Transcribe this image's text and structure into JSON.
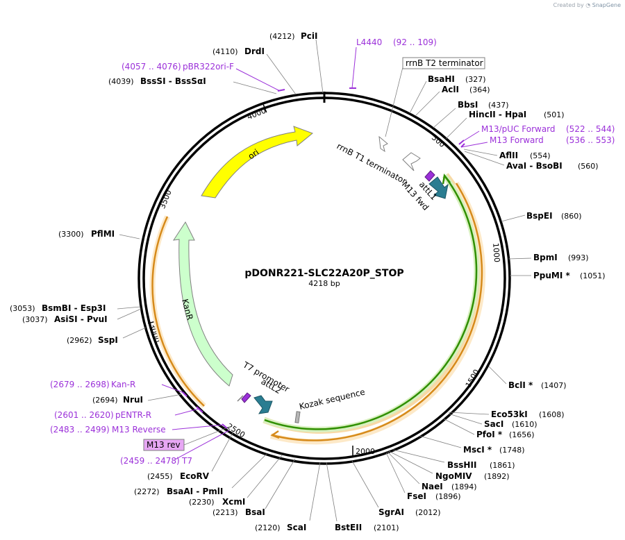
{
  "credit": {
    "prefix": "Created by",
    "brand": "SnapGene"
  },
  "plasmid": {
    "name": "pDONR221-SLC22A20P_STOP",
    "length": "4218 bp"
  },
  "ticks": [
    "4000",
    "500",
    "1000",
    "1500",
    "2000",
    "2500",
    "3000",
    "3500"
  ],
  "features": [
    {
      "id": "ori",
      "label": "ori",
      "color": "#ffff00"
    },
    {
      "id": "kanr",
      "label": "KanR",
      "color": "#ccffcc"
    },
    {
      "id": "rrnbt1",
      "label": "rrnB T1 terminator"
    },
    {
      "id": "rrnbt2",
      "label": "rrnB T2 terminator"
    },
    {
      "id": "m13fwd",
      "label": "M13 fwd"
    },
    {
      "id": "attl1",
      "label": "attL1"
    },
    {
      "id": "t7prom",
      "label": "T7 promoter"
    },
    {
      "id": "attl2",
      "label": "attL2"
    },
    {
      "id": "kozak",
      "label": "Kozak sequence"
    },
    {
      "id": "m13rev",
      "label": "M13 rev"
    }
  ],
  "sites_right": [
    {
      "name": "BsaHI",
      "pos": "(327)"
    },
    {
      "name": "AclI",
      "pos": "(364)"
    },
    {
      "name": "BbsI",
      "pos": "(437)"
    },
    {
      "name": "HincII  -  HpaI",
      "pos": "(501)"
    },
    {
      "name": "AflII",
      "pos": "(554)"
    },
    {
      "name": "AvaI  -  BsoBI",
      "pos": "(560)"
    },
    {
      "name": "BspEI",
      "pos": "(860)"
    },
    {
      "name": "BpmI",
      "pos": "(993)"
    },
    {
      "name": "PpuMI *",
      "pos": "(1051)"
    },
    {
      "name": "BclI *",
      "pos": "(1407)"
    },
    {
      "name": "Eco53kI",
      "pos": "(1608)"
    },
    {
      "name": "SacI",
      "pos": "(1610)"
    },
    {
      "name": "PfoI *",
      "pos": "(1656)"
    },
    {
      "name": "MscI *",
      "pos": "(1748)"
    },
    {
      "name": "BssHII",
      "pos": "(1861)"
    },
    {
      "name": "NgoMIV",
      "pos": "(1892)"
    },
    {
      "name": "NaeI",
      "pos": "(1894)"
    },
    {
      "name": "FseI",
      "pos": "(1896)"
    },
    {
      "name": "SgrAI",
      "pos": "(2012)"
    }
  ],
  "sites_left": [
    {
      "name": "PciI",
      "pos": "(4212)"
    },
    {
      "name": "DrdI",
      "pos": "(4110)"
    },
    {
      "name": "BssSI  -  BssSαI",
      "pos": "(4039)"
    },
    {
      "name": "PflMI",
      "pos": "(3300)"
    },
    {
      "name": "BsmBI  -  Esp3I",
      "pos": "(3053)"
    },
    {
      "name": "AsiSI  -  PvuI",
      "pos": "(3037)"
    },
    {
      "name": "SspI",
      "pos": "(2962)"
    },
    {
      "name": "NruI",
      "pos": "(2694)"
    },
    {
      "name": "EcoRV",
      "pos": "(2455)"
    },
    {
      "name": "BsaAI  -  PmlI",
      "pos": "(2272)"
    },
    {
      "name": "XcmI",
      "pos": "(2230)"
    },
    {
      "name": "BsaI",
      "pos": "(2213)"
    },
    {
      "name": "ScaI",
      "pos": "(2120)"
    },
    {
      "name": "BstEII",
      "pos": "(2101)"
    }
  ],
  "primers": [
    {
      "name": "L4440",
      "range": "(92 .. 109)"
    },
    {
      "name": "pBR322ori-F",
      "range": "(4057 .. 4076)"
    },
    {
      "name": "M13/pUC Forward",
      "range": "(522 .. 544)"
    },
    {
      "name": "M13 Forward",
      "range": "(536 .. 553)"
    },
    {
      "name": "Kan-R",
      "range": "(2679 .. 2698)"
    },
    {
      "name": "pENTR-R",
      "range": "(2601 .. 2620)"
    },
    {
      "name": "M13 Reverse",
      "range": "(2483 .. 2499)"
    },
    {
      "name": "T7",
      "range": "(2459 .. 2478)"
    }
  ],
  "colors": {
    "primer": "#9b30d9",
    "ori": "#ffff00",
    "kanr": "#ccffcc",
    "insert_outer": "#f5a623",
    "insert_inner": "#2f8f00",
    "attl": "#2a7d91"
  }
}
